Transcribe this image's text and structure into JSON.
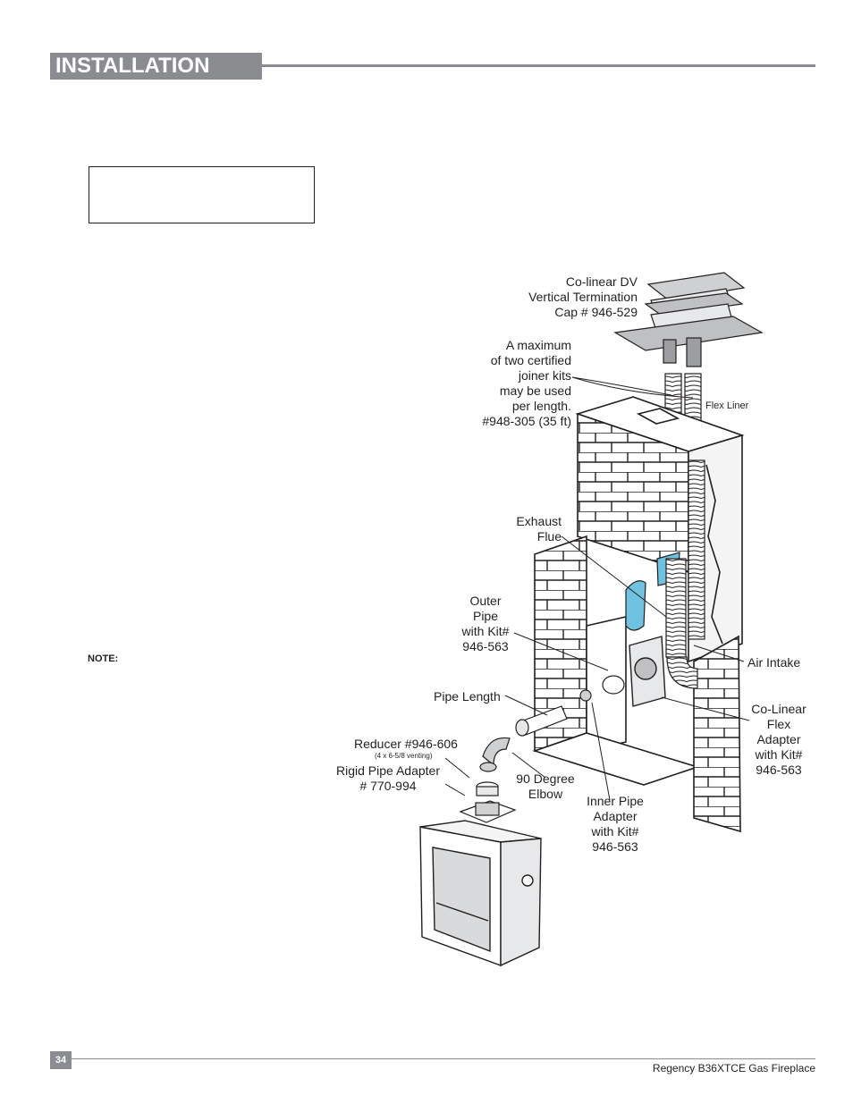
{
  "header": {
    "title": "INSTALLATION"
  },
  "note_label": "NOTE:",
  "labels": {
    "cap": [
      "Co-linear DV",
      "Vertical Termination",
      "Cap # 946-529"
    ],
    "joiner": [
      "A maximum",
      "of two certified",
      "joiner kits",
      "may be used",
      "per length.",
      "#948-305 (35 ft)"
    ],
    "flex_liner": "Flex Liner",
    "exhaust": [
      "Exhaust",
      "Flue"
    ],
    "outer_pipe": [
      "Outer",
      "Pipe",
      "with Kit#",
      "946-563"
    ],
    "air_intake": "Air Intake",
    "pipe_length": "Pipe Length",
    "colinear_adapter": [
      "Co-Linear",
      "Flex",
      "Adapter",
      "with Kit#",
      "946-563"
    ],
    "reducer": "Reducer #946-606",
    "reducer_note": "(4 x 6-5/8 venting)",
    "rigid": [
      "Rigid Pipe Adapter",
      "# 770-994"
    ],
    "elbow": [
      "90 Degree",
      "Elbow"
    ],
    "inner_pipe": [
      "Inner Pipe",
      "Adapter",
      "with Kit#",
      "946-563"
    ]
  },
  "footer": {
    "page": "34",
    "product": "Regency B36XTCE Gas Fireplace"
  },
  "colors": {
    "header_gray": "#8a8c8f",
    "insulation_blue": "#6fc3e0"
  }
}
